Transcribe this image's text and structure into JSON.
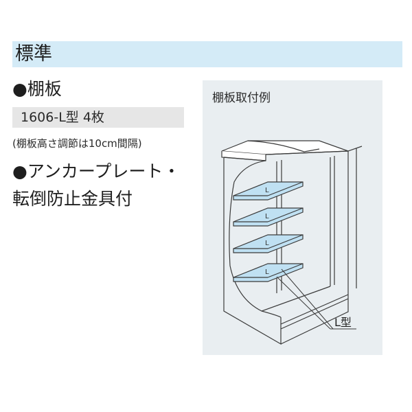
{
  "section_title": "標準",
  "shelf": {
    "heading": "●棚板",
    "spec": "1606-L型 4枚",
    "note": "(棚板高さ調節は10cm間隔)"
  },
  "anchor": {
    "line1": "●アンカープレート・",
    "line2": "転倒防止金具付"
  },
  "figure": {
    "label": "棚板取付例",
    "shelf_tag": "L",
    "type_label": "L型",
    "shelf_color": "#bfe0f2"
  }
}
